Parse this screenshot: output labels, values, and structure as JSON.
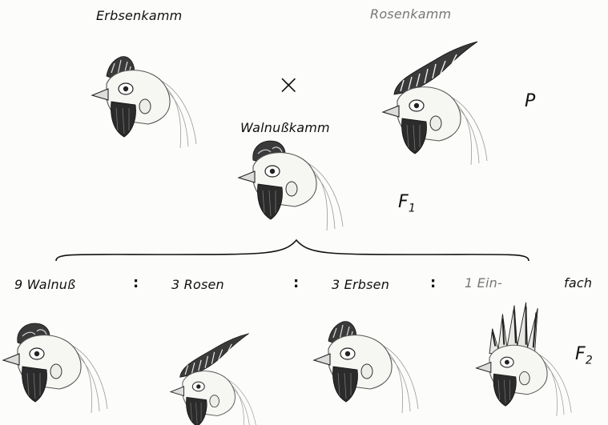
{
  "parents": {
    "pea_comb_label": "Erbsenkamm",
    "rose_comb_label": "Rosenkamm",
    "cross_symbol": "×",
    "generation_label": "P"
  },
  "f1": {
    "walnut_comb_label": "Walnußkamm",
    "generation_label_main": "F",
    "generation_label_sub": "1"
  },
  "f2": {
    "walnut_label": "9 Walnuß",
    "rose_label": "3 Rosen",
    "pea_label": "3 Erbsen",
    "single_label_part1": "1 Ein-",
    "single_label_part2": "fach",
    "ratio_separator": ":",
    "generation_label_main": "F",
    "generation_label_sub": "2"
  }
}
